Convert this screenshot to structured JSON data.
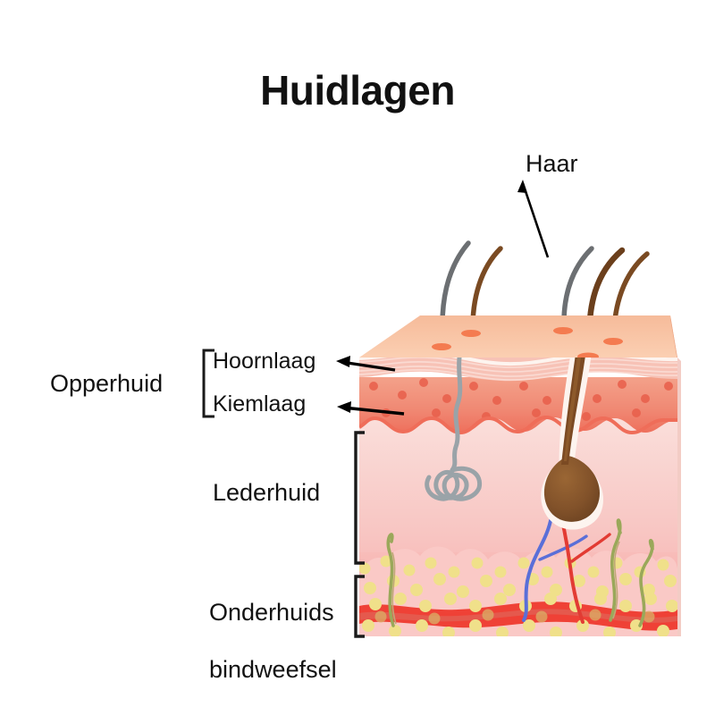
{
  "title": "Huidlagen",
  "labels": {
    "hair": "Haar",
    "epidermis": "Opperhuid",
    "horny_layer": "Hoornlaag",
    "germinal_layer": "Kiemlaag",
    "dermis": "Lederhuid",
    "subcutis_line1": "Onderhuids",
    "subcutis_line2": "bindweefsel"
  },
  "icons": {
    "arrow_hair": "arrow-up-left-icon",
    "arrow_horny": "arrow-left-icon",
    "arrow_germinal": "arrow-left-icon",
    "bracket_epidermis": "bracket-left-icon",
    "bracket_dermis": "bracket-left-icon",
    "bracket_subcutis": "bracket-left-icon"
  },
  "colors": {
    "text": "#111111",
    "background": "#ffffff",
    "top_surface": "#f9c5a6",
    "top_surface_dark": "#f2b392",
    "horny_layer": "#f7c2b6",
    "horny_stripe": "#fbdcd4",
    "germinal_top": "#f29a85",
    "germinal_bottom": "#ef6d59",
    "germinal_dot": "#e9604c",
    "dermis_top": "#f9dcd9",
    "dermis_bottom": "#f6aaa6",
    "subcutis_base": "#f7b3b0",
    "fat_lobule": "#fac9c6",
    "fat_dot": "#f0e08a",
    "muscle_band": "#ef4136",
    "hair_gray": "#6c6f72",
    "hair_brown": "#7a4a22",
    "follicle_brown": "#7b4a23",
    "follicle_bulb": "#8a5a2c",
    "pore": "#f47b50",
    "sweat_gland": "#9aa3a8",
    "vein_blue": "#5a6fd8",
    "artery_red": "#e23b33",
    "nerve_olive": "#9aa85a",
    "outline_white": "#fdf4ef"
  },
  "structures": {
    "hairs_on_surface": 5,
    "follicle_count": 1,
    "sweat_gland_count": 1,
    "vessel_count": 2,
    "nerve_count": 3
  }
}
